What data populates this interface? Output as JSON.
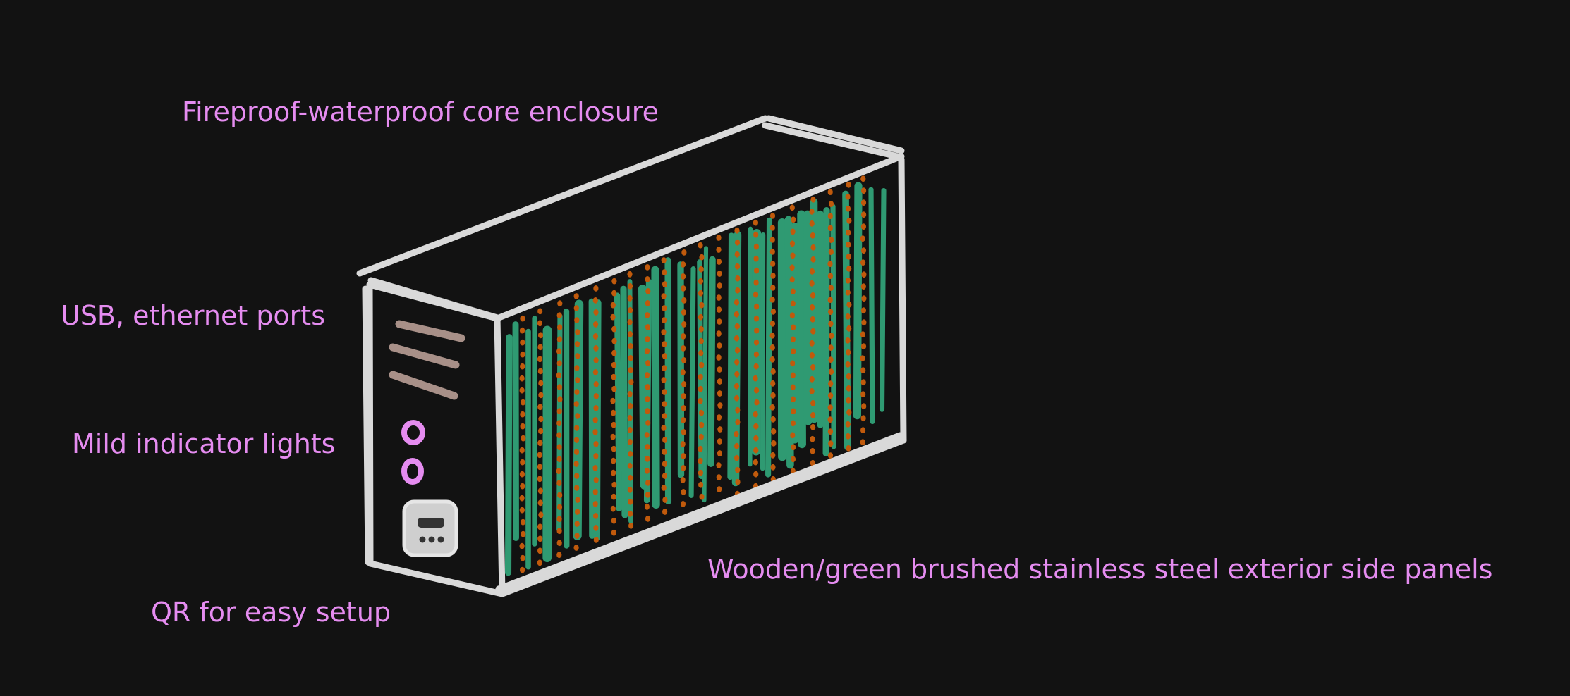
{
  "colors": {
    "background": "#121212",
    "outline": "#d9d9d9",
    "label": "#e58cf0",
    "green_slats": "#2f9a72",
    "orange_dots": "#c05a0c",
    "port_slots": "#a89088",
    "indicator_lights": "#e58cf0",
    "qr_badge": "#d6d6d6"
  },
  "labels": {
    "top": "Fireproof-waterproof core enclosure",
    "usb": "USB, ethernet ports",
    "lights": "Mild indicator lights",
    "qr": "QR for easy setup",
    "panels": "Wooden/green brushed stainless steel exterior side panels"
  },
  "icons": [
    "qr-code-icon",
    "indicator-light-icon"
  ]
}
